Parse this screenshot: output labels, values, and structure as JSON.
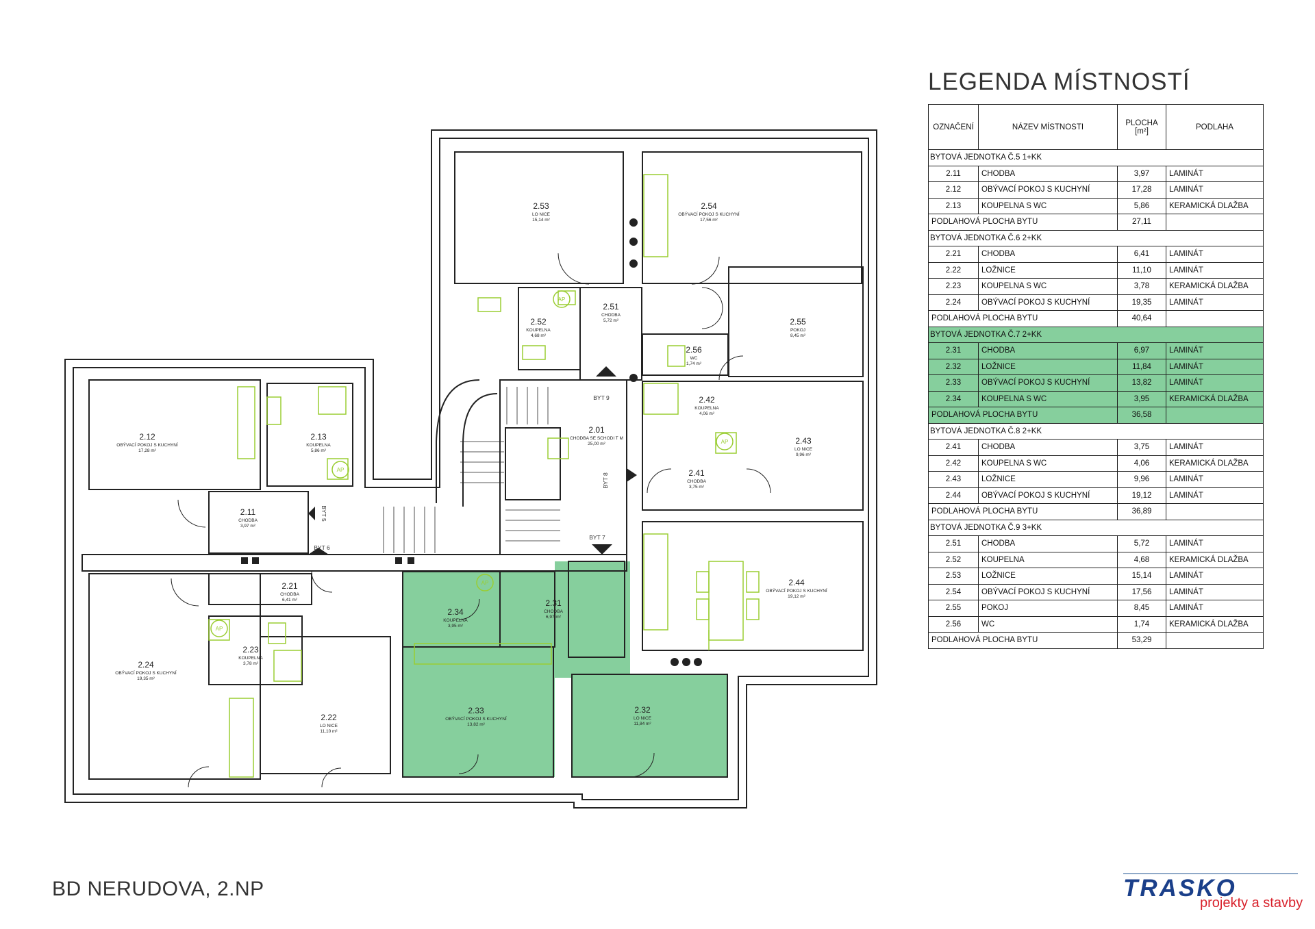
{
  "legend": {
    "title": "LEGENDA MÍSTNOSTÍ",
    "headers": [
      "OZNAČENÍ",
      "NÁZEV MÍSTNOSTI",
      "PLOCHA [m²]",
      "PODLAHA"
    ],
    "groups": [
      {
        "title": "BYTOVÁ JEDNOTKA Č.5 1+KK",
        "highlight": false,
        "rows": [
          {
            "code": "2.11",
            "name": "CHODBA",
            "area": "3,97",
            "floor": "LAMINÁT"
          },
          {
            "code": "2.12",
            "name": "OBÝVACÍ POKOJ S KUCHYNÍ",
            "area": "17,28",
            "floor": "LAMINÁT"
          },
          {
            "code": "2.13",
            "name": "KOUPELNA S WC",
            "area": "5,86",
            "floor": "KERAMICKÁ DLAŽBA"
          }
        ],
        "total_label": "PODLAHOVÁ PLOCHA BYTU",
        "total": "27,11"
      },
      {
        "title": "BYTOVÁ JEDNOTKA Č.6 2+KK",
        "highlight": false,
        "rows": [
          {
            "code": "2.21",
            "name": "CHODBA",
            "area": "6,41",
            "floor": "LAMINÁT"
          },
          {
            "code": "2.22",
            "name": "LOŽNICE",
            "area": "11,10",
            "floor": "LAMINÁT"
          },
          {
            "code": "2.23",
            "name": "KOUPELNA S WC",
            "area": "3,78",
            "floor": "KERAMICKÁ DLAŽBA"
          },
          {
            "code": "2.24",
            "name": "OBÝVACÍ POKOJ S KUCHYNÍ",
            "area": "19,35",
            "floor": "LAMINÁT"
          }
        ],
        "total_label": "PODLAHOVÁ PLOCHA BYTU",
        "total": "40,64"
      },
      {
        "title": "BYTOVÁ JEDNOTKA Č.7 2+KK",
        "highlight": true,
        "rows": [
          {
            "code": "2.31",
            "name": "CHODBA",
            "area": "6,97",
            "floor": "LAMINÁT"
          },
          {
            "code": "2.32",
            "name": "LOŽNICE",
            "area": "11,84",
            "floor": "LAMINÁT"
          },
          {
            "code": "2.33",
            "name": "OBÝVACÍ POKOJ S KUCHYNÍ",
            "area": "13,82",
            "floor": "LAMINÁT"
          },
          {
            "code": "2.34",
            "name": "KOUPELNA S WC",
            "area": "3,95",
            "floor": "KERAMICKÁ DLAŽBA"
          }
        ],
        "total_label": "PODLAHOVÁ PLOCHA BYTU",
        "total": "36,58"
      },
      {
        "title": "BYTOVÁ JEDNOTKA Č.8 2+KK",
        "highlight": false,
        "rows": [
          {
            "code": "2.41",
            "name": "CHODBA",
            "area": "3,75",
            "floor": "LAMINÁT"
          },
          {
            "code": "2.42",
            "name": "KOUPELNA S WC",
            "area": "4,06",
            "floor": "KERAMICKÁ DLAŽBA"
          },
          {
            "code": "2.43",
            "name": "LOŽNICE",
            "area": "9,96",
            "floor": "LAMINÁT"
          },
          {
            "code": "2.44",
            "name": "OBÝVACÍ POKOJ S KUCHYNÍ",
            "area": "19,12",
            "floor": "LAMINÁT"
          }
        ],
        "total_label": "PODLAHOVÁ PLOCHA BYTU",
        "total": "36,89"
      },
      {
        "title": "BYTOVÁ JEDNOTKA Č.9 3+KK",
        "highlight": false,
        "rows": [
          {
            "code": "2.51",
            "name": "CHODBA",
            "area": "5,72",
            "floor": "LAMINÁT"
          },
          {
            "code": "2.52",
            "name": "KOUPELNA",
            "area": "4,68",
            "floor": "KERAMICKÁ DLAŽBA"
          },
          {
            "code": "2.53",
            "name": "LOŽNICE",
            "area": "15,14",
            "floor": "LAMINÁT"
          },
          {
            "code": "2.54",
            "name": "OBÝVACÍ POKOJ S KUCHYNÍ",
            "area": "17,56",
            "floor": "LAMINÁT"
          },
          {
            "code": "2.55",
            "name": "POKOJ",
            "area": "8,45",
            "floor": "LAMINÁT"
          },
          {
            "code": "2.56",
            "name": "WC",
            "area": "1,74",
            "floor": "KERAMICKÁ DLAŽBA"
          }
        ],
        "total_label": "PODLAHOVÁ PLOCHA BYTU",
        "total": "53,29"
      }
    ]
  },
  "plan": {
    "rooms": [
      {
        "code": "2.53",
        "name": "LO NICE",
        "area": "15,14 m²"
      },
      {
        "code": "2.54",
        "name": "OBÝVACÍ POKOJ S KUCHYNÍ",
        "area": "17,56 m²"
      },
      {
        "code": "2.51",
        "name": "CHODBA",
        "area": "5,72 m²"
      },
      {
        "code": "2.52",
        "name": "KOUPELNA",
        "area": "4,68 m²"
      },
      {
        "code": "2.55",
        "name": "POKOJ",
        "area": "8,45 m²"
      },
      {
        "code": "2.56",
        "name": "WC",
        "area": "1,74 m²"
      },
      {
        "code": "2.42",
        "name": "KOUPELNA",
        "area": "4,06 m²"
      },
      {
        "code": "2.43",
        "name": "LO NICE",
        "area": "9,96 m²"
      },
      {
        "code": "2.41",
        "name": "CHODBA",
        "area": "3,75 m²"
      },
      {
        "code": "2.01",
        "name": "CHODBA SE SCHODI T M",
        "area": "25,00 m²"
      },
      {
        "code": "2.12",
        "name": "OBÝVACÍ POKOJ S KUCHYNÍ",
        "area": "17,28 m²"
      },
      {
        "code": "2.13",
        "name": "KOUPELNA",
        "area": "5,86 m²"
      },
      {
        "code": "2.11",
        "name": "CHODBA",
        "area": "3,97 m²"
      },
      {
        "code": "2.21",
        "name": "CHODBA",
        "area": "6,41 m²"
      },
      {
        "code": "2.23",
        "name": "KOUPELNA",
        "area": "3,78 m²"
      },
      {
        "code": "2.24",
        "name": "OBÝVACÍ POKOJ S KUCHYNÍ",
        "area": "19,35 m²"
      },
      {
        "code": "2.22",
        "name": "LO NICE",
        "area": "11,10 m²"
      },
      {
        "code": "2.34",
        "name": "KOUPELNA",
        "area": "3,95 m²"
      },
      {
        "code": "2.31",
        "name": "CHODBA",
        "area": "6,97 m²"
      },
      {
        "code": "2.33",
        "name": "OBÝVACÍ POKOJ S KUCHYNÍ",
        "area": "13,82 m²"
      },
      {
        "code": "2.32",
        "name": "LO NICE",
        "area": "11,84 m²"
      },
      {
        "code": "2.44",
        "name": "OBÝVACÍ POKOJ S KUCHYNÍ",
        "area": "19,12 m²"
      }
    ],
    "unit_labels": [
      "BYT 9",
      "BYT 8",
      "BYT 7",
      "BYT 6",
      "BYT 5"
    ],
    "ap_label": "AP",
    "colors": {
      "highlight": "#86cf9d",
      "fixture": "#9acd32",
      "wall": "#222222"
    }
  },
  "footer": {
    "title": "BD NERUDOVA, 2.NP"
  },
  "logo": {
    "brand": "TRASKO",
    "tagline": "projekty a stavby"
  }
}
